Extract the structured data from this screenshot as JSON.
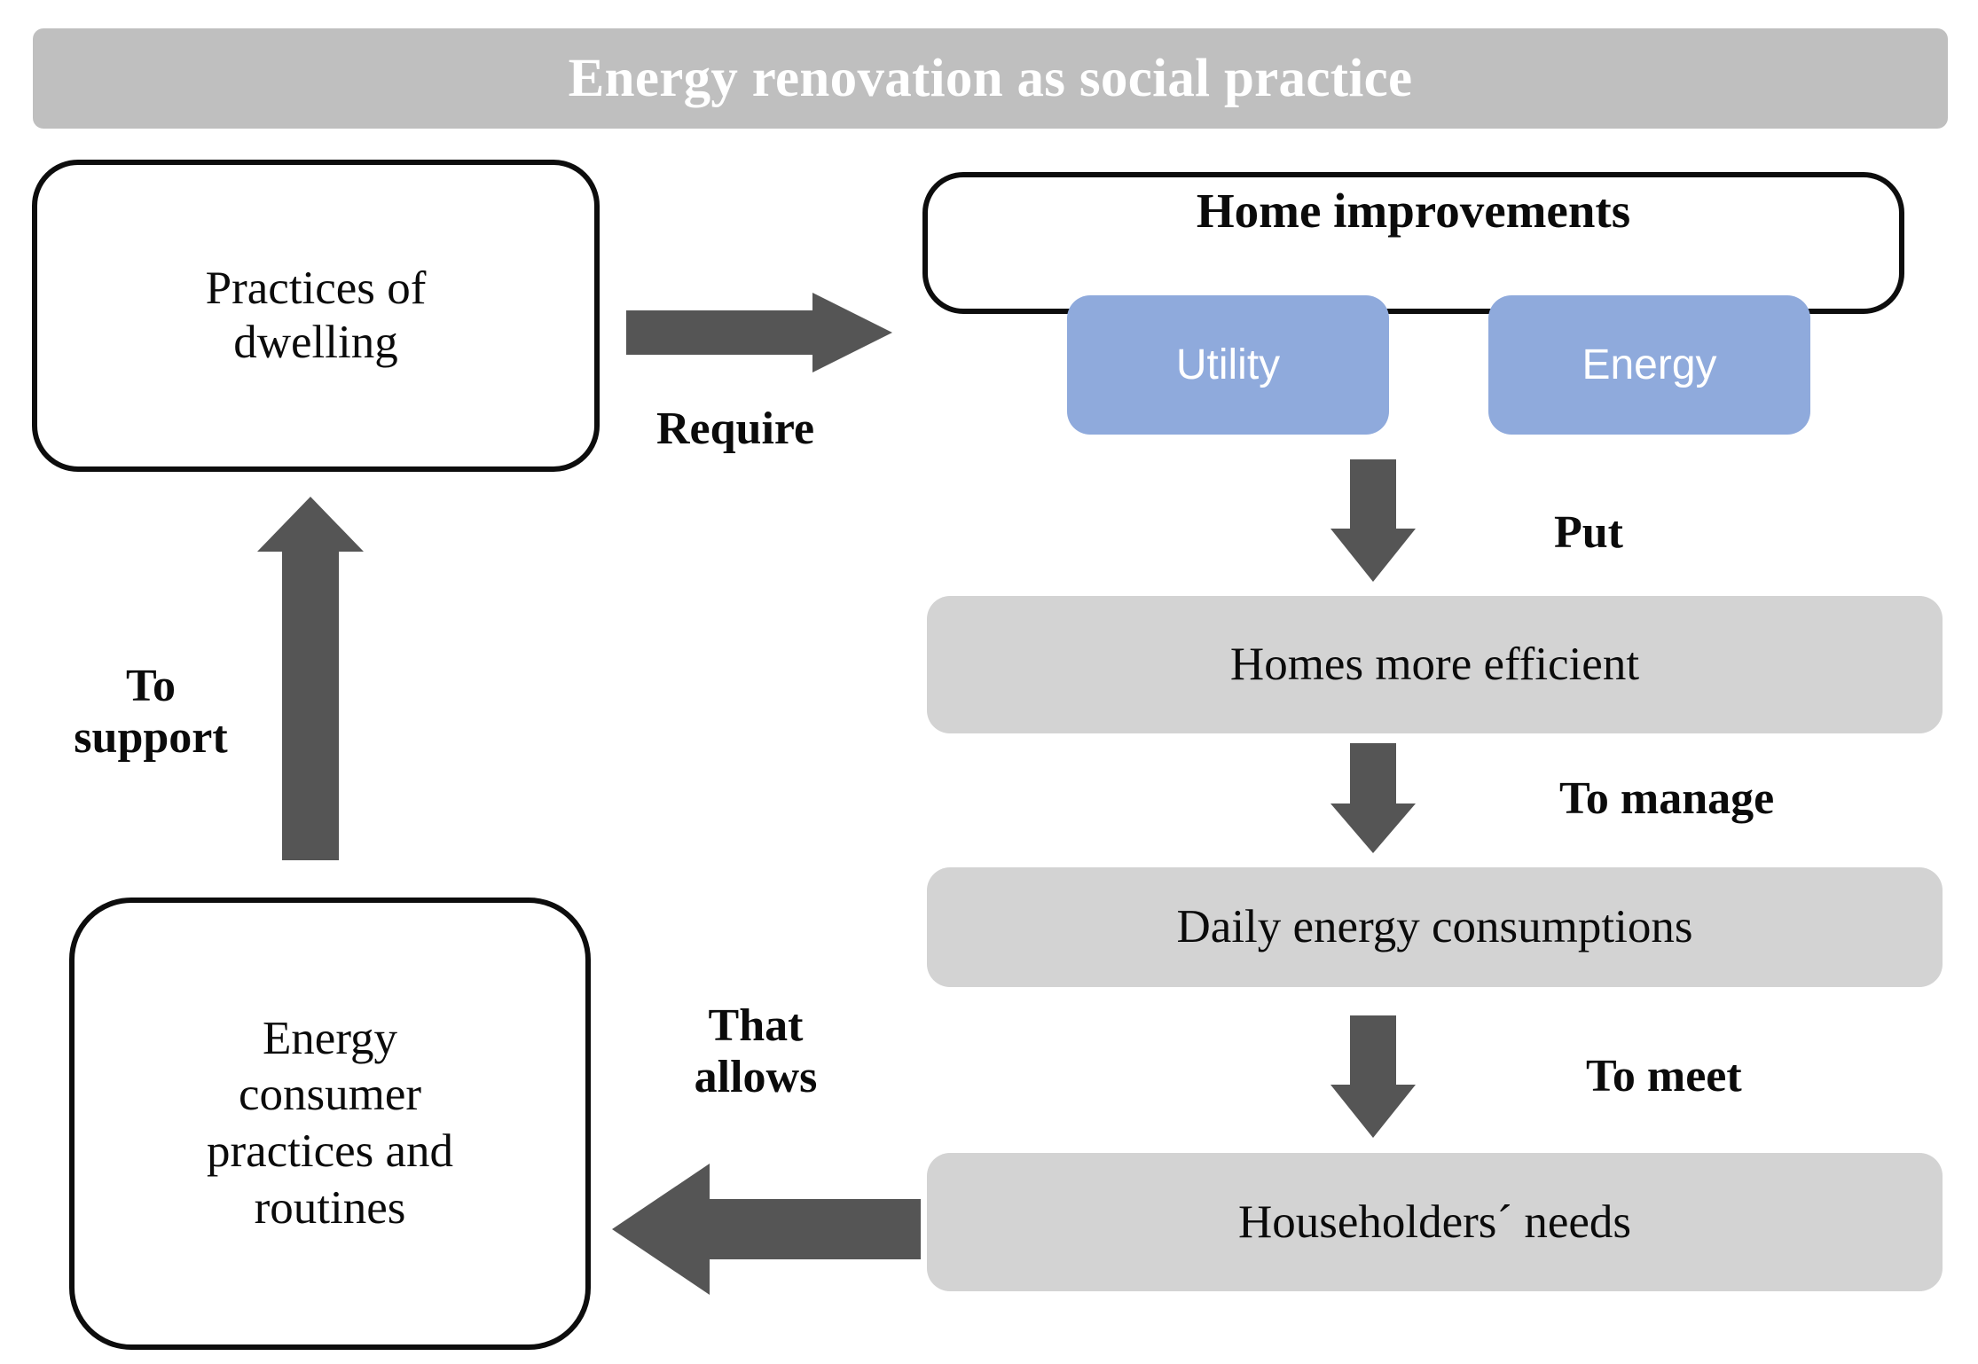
{
  "diagram": {
    "title": "Energy renovation as social practice",
    "title_bg_color": "#BFBFBF",
    "title_text_color": "#FFFFFF",
    "accent_blue": "#8FAADC",
    "grey_box_color": "#D3D3D3",
    "arrow_color": "#555555",
    "outline_color": "#0D0D0D",
    "nodes": {
      "practices_of_dwelling": "Practices of\ndwelling",
      "home_improvements": {
        "title": "Home improvements",
        "chips": [
          {
            "label": "Utility"
          },
          {
            "label": "Energy"
          }
        ]
      },
      "homes_more_efficient": "Homes more efficient",
      "daily_energy_consumptions": "Daily energy consumptions",
      "householders_needs": "Householders´ needs",
      "energy_consumer_practices": "Energy\nconsumer\npractices and\nroutines"
    },
    "connectors": {
      "require": {
        "label": "Require",
        "direction": "right"
      },
      "put": {
        "label": "Put",
        "direction": "down"
      },
      "to_manage": {
        "label": "To manage",
        "direction": "down"
      },
      "to_meet": {
        "label": "To meet",
        "direction": "down"
      },
      "to_support": {
        "label": "To\nsupport",
        "direction": "up"
      },
      "that_allows": {
        "label": "That\nallows",
        "direction": "left"
      }
    }
  }
}
